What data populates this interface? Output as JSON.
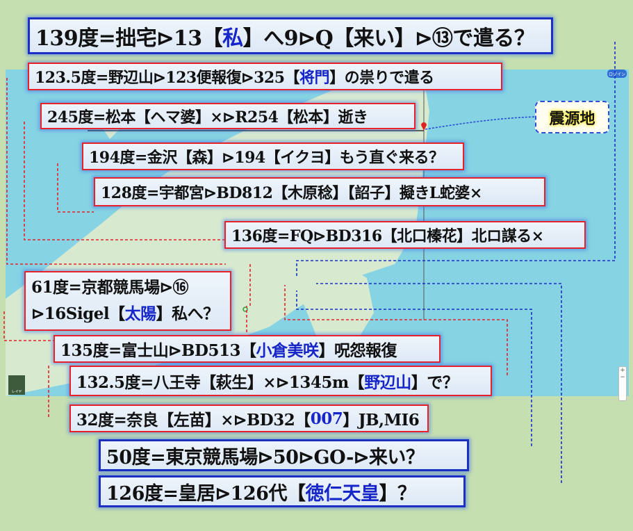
{
  "callouts": [
    {
      "id": "c139",
      "parts": [
        {
          "t": "139度=拙宅⊳13【"
        },
        {
          "t": "私",
          "hl": true
        },
        {
          "t": "】へ9⊳Q【来い】⊳⑬で遣る？"
        }
      ]
    },
    {
      "id": "c1235",
      "parts": [
        {
          "t": "123.5度=野辺山⊳123便報復⊳325【"
        },
        {
          "t": "将門",
          "hl": true
        },
        {
          "t": "】の祟りで遣る"
        }
      ]
    },
    {
      "id": "c245",
      "parts": [
        {
          "t": "245度=松本【ヘマ婆】×⊳R254【松本】逝き"
        }
      ]
    },
    {
      "id": "c194",
      "parts": [
        {
          "t": "194度=金沢【森】⊳194【イクヨ】もう直ぐ来る？"
        }
      ]
    },
    {
      "id": "c128",
      "parts": [
        {
          "t": "128度=宇都宮⊳BD812【木原稔】【詔子】擬きL蛇婆×"
        }
      ]
    },
    {
      "id": "c136",
      "parts": [
        {
          "t": "136度=FQ⊳BD316【北口榛花】北ロ謀る×"
        }
      ]
    },
    {
      "id": "c61a",
      "parts": [
        {
          "t": "61度=京都競馬場⊳⑯"
        }
      ]
    },
    {
      "id": "c61b",
      "parts": [
        {
          "t": "⊳16Sigel【"
        },
        {
          "t": "太陽",
          "hl": true
        },
        {
          "t": "】私へ？"
        }
      ]
    },
    {
      "id": "c135",
      "parts": [
        {
          "t": "135度=富士山⊳BD513【"
        },
        {
          "t": "小倉美咲",
          "hl": true
        },
        {
          "t": "】呪怨報復"
        }
      ]
    },
    {
      "id": "c1325",
      "parts": [
        {
          "t": "132.5度=八王寺【萩生】×⊳1345m【"
        },
        {
          "t": "野辺山",
          "hl": true
        },
        {
          "t": "】で？"
        }
      ]
    },
    {
      "id": "c32",
      "parts": [
        {
          "t": "32度=奈良【左苗】×⊳BD32【"
        },
        {
          "t": "007",
          "hl": true
        },
        {
          "t": "】JB,MI6"
        }
      ]
    },
    {
      "id": "c50",
      "parts": [
        {
          "t": "50度=東京競馬場⊳50⊳GO-⊳来い？"
        }
      ]
    },
    {
      "id": "c126",
      "parts": [
        {
          "t": "126度=皇居⊳126代【"
        },
        {
          "t": "徳仁天皇",
          "hl": true
        },
        {
          "t": "】？"
        }
      ]
    }
  ],
  "epicenter_label": "震源地",
  "map": {
    "login_label": "ログイン",
    "layer_label": "レイヤ",
    "zoom_in": "+",
    "zoom_out": "−"
  },
  "colors": {
    "sea": "#86d3e3",
    "land": "#d9ecd2",
    "highlight": "#1626c8",
    "red_border": "#e8202a",
    "blue_border": "#1b2fc4"
  }
}
